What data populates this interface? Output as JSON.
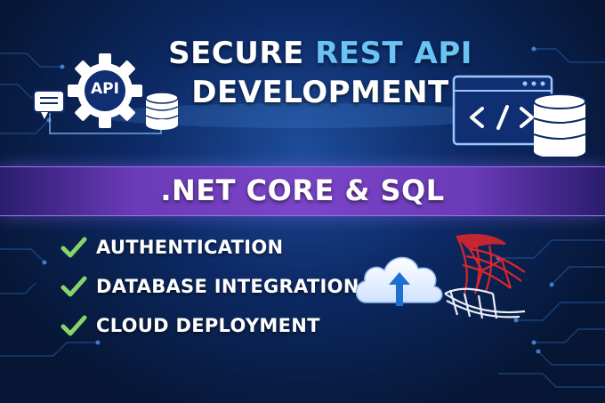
{
  "heading": {
    "line1_prefix": "SECURE",
    "line1_accent": "REST API",
    "line2": "DEVELOPMENT"
  },
  "banner": {
    "text": ".NET CORE & SQL"
  },
  "api_badge": {
    "label": "API"
  },
  "features": [
    {
      "label": "AUTHENTICATION",
      "icon": "check-icon"
    },
    {
      "label": "DATABASE INTEGRATION",
      "icon": "check-icon"
    },
    {
      "label": "CLOUD DEPLOYMENT",
      "icon": "check-icon"
    }
  ],
  "colors": {
    "background": "#0a2257",
    "title_accent": "#69c3f5",
    "banner": "#7b45c8",
    "check": "#86d46a",
    "sql_red": "#d8262d"
  },
  "icons": [
    "gear-icon",
    "chat-bubble-icon",
    "database-icon",
    "browser-code-icon",
    "cloud-upload-icon",
    "sql-server-logo"
  ]
}
